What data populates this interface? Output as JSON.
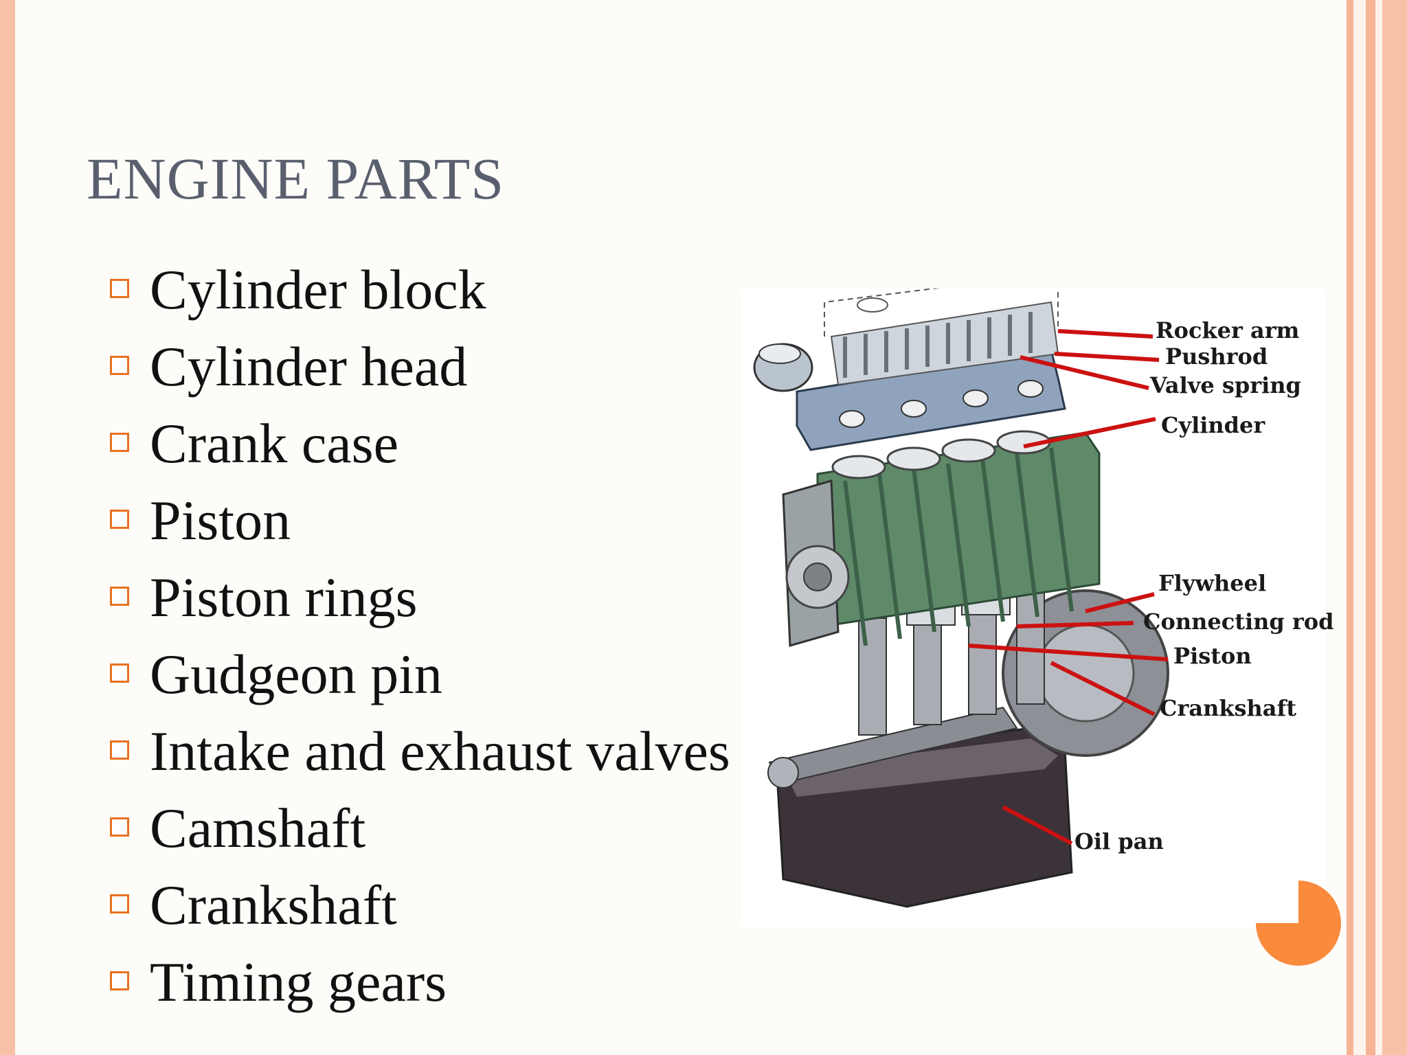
{
  "slide": {
    "title": "ENGINE PARTS",
    "bullets": [
      "Cylinder block",
      "Cylinder head",
      "Crank case",
      "Piston",
      "Piston rings",
      "Gudgeon pin",
      "Intake and exhaust valves",
      "Camshaft",
      "Crankshaft",
      "Timing gears"
    ]
  },
  "figure": {
    "labels": {
      "rocker_arm": "Rocker arm",
      "pushrod": "Pushrod",
      "valve_spring": "Valve spring",
      "cylinder": "Cylinder",
      "flywheel": "Flywheel",
      "connecting_rod": "Connecting rod",
      "piston": "Piston",
      "crankshaft": "Crankshaft",
      "oil_pan": "Oil pan"
    }
  },
  "colors": {
    "accent": "#e8711f",
    "border": "#f5b595",
    "title": "#5a5f6e",
    "leader_line": "#cc1111",
    "block_green": "#5e8a6a",
    "oil_pan": "#3b3339"
  }
}
